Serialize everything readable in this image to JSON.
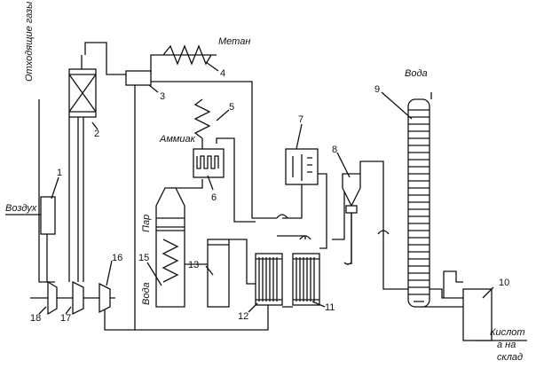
{
  "labels": {
    "offgas": "Отходящие газы",
    "methane": "Метан",
    "ammonia": "Аммиак",
    "water_top": "Вода",
    "air": "Воздух",
    "steam": "Пар",
    "water_left": "Вода",
    "acid_line1": "Кислот",
    "acid_line2": "а на",
    "acid_line3": "склад"
  },
  "numbers": {
    "n1": "1",
    "n2": "2",
    "n3": "3",
    "n4": "4",
    "n5": "5",
    "n6": "6",
    "n7": "7",
    "n8": "8",
    "n9": "9",
    "n10": "10",
    "n11": "11",
    "n12": "12",
    "n13": "13",
    "n15": "15",
    "n16": "16",
    "n17": "17",
    "n18": "18"
  }
}
